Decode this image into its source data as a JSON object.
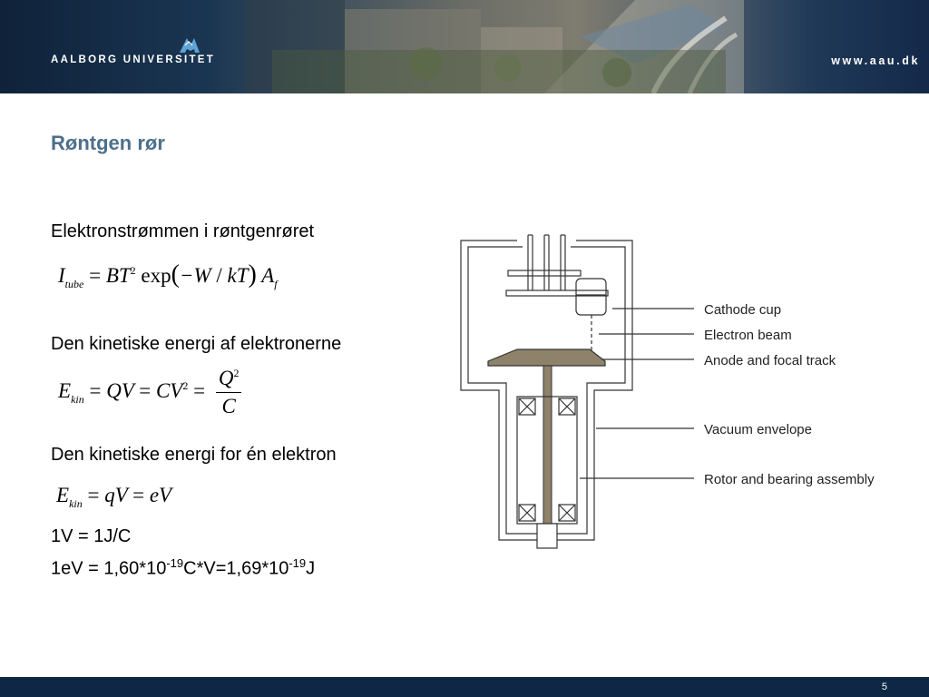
{
  "header": {
    "brand": "AALBORG UNIVERSITET",
    "url": "www.aau.dk",
    "colors": {
      "bar": "#14294a",
      "title": "#4d6f8b"
    }
  },
  "slide": {
    "title": "Røntgen rør",
    "line1": "Elektronstrømmen i røntgenrøret",
    "eq1": {
      "lhs": "I",
      "lhs_sub": "tube",
      "eq": "=",
      "bt": "BT",
      "sq": "2",
      "exp": "exp",
      "lparen": "(",
      "neg_w": "−W",
      "slash": "/",
      "kt": "kT",
      "rparen": ")",
      "a": "A",
      "a_sub": "f"
    },
    "line2": "Den kinetiske energi af elektronerne",
    "eq2": {
      "e": "E",
      "e_sub": "kin",
      "eq1": "=",
      "qv": "QV",
      "eq2": "=",
      "cv": "CV",
      "sq": "2",
      "eq3": "=",
      "num": "Q",
      "num_sup": "2",
      "den": "C"
    },
    "line3": "Den kinetiske energi for én elektron",
    "eq3": {
      "e": "E",
      "e_sub": "kin",
      "eq1": "=",
      "qv": "qV",
      "eq2": "=",
      "ev": "eV"
    },
    "line4": "1V = 1J/C",
    "line5": {
      "a": "1eV = 1,60*10",
      "exp1": "-19",
      "b": "C*V=1,69*10",
      "exp2": "-19",
      "c": "J"
    }
  },
  "diagram": {
    "labels": [
      "Cathode cup",
      "Electron beam",
      "Anode and focal track",
      "Vacuum envelope",
      "Rotor and bearing assembly"
    ]
  },
  "footer": {
    "page": "5",
    "color": "#0d2744"
  }
}
